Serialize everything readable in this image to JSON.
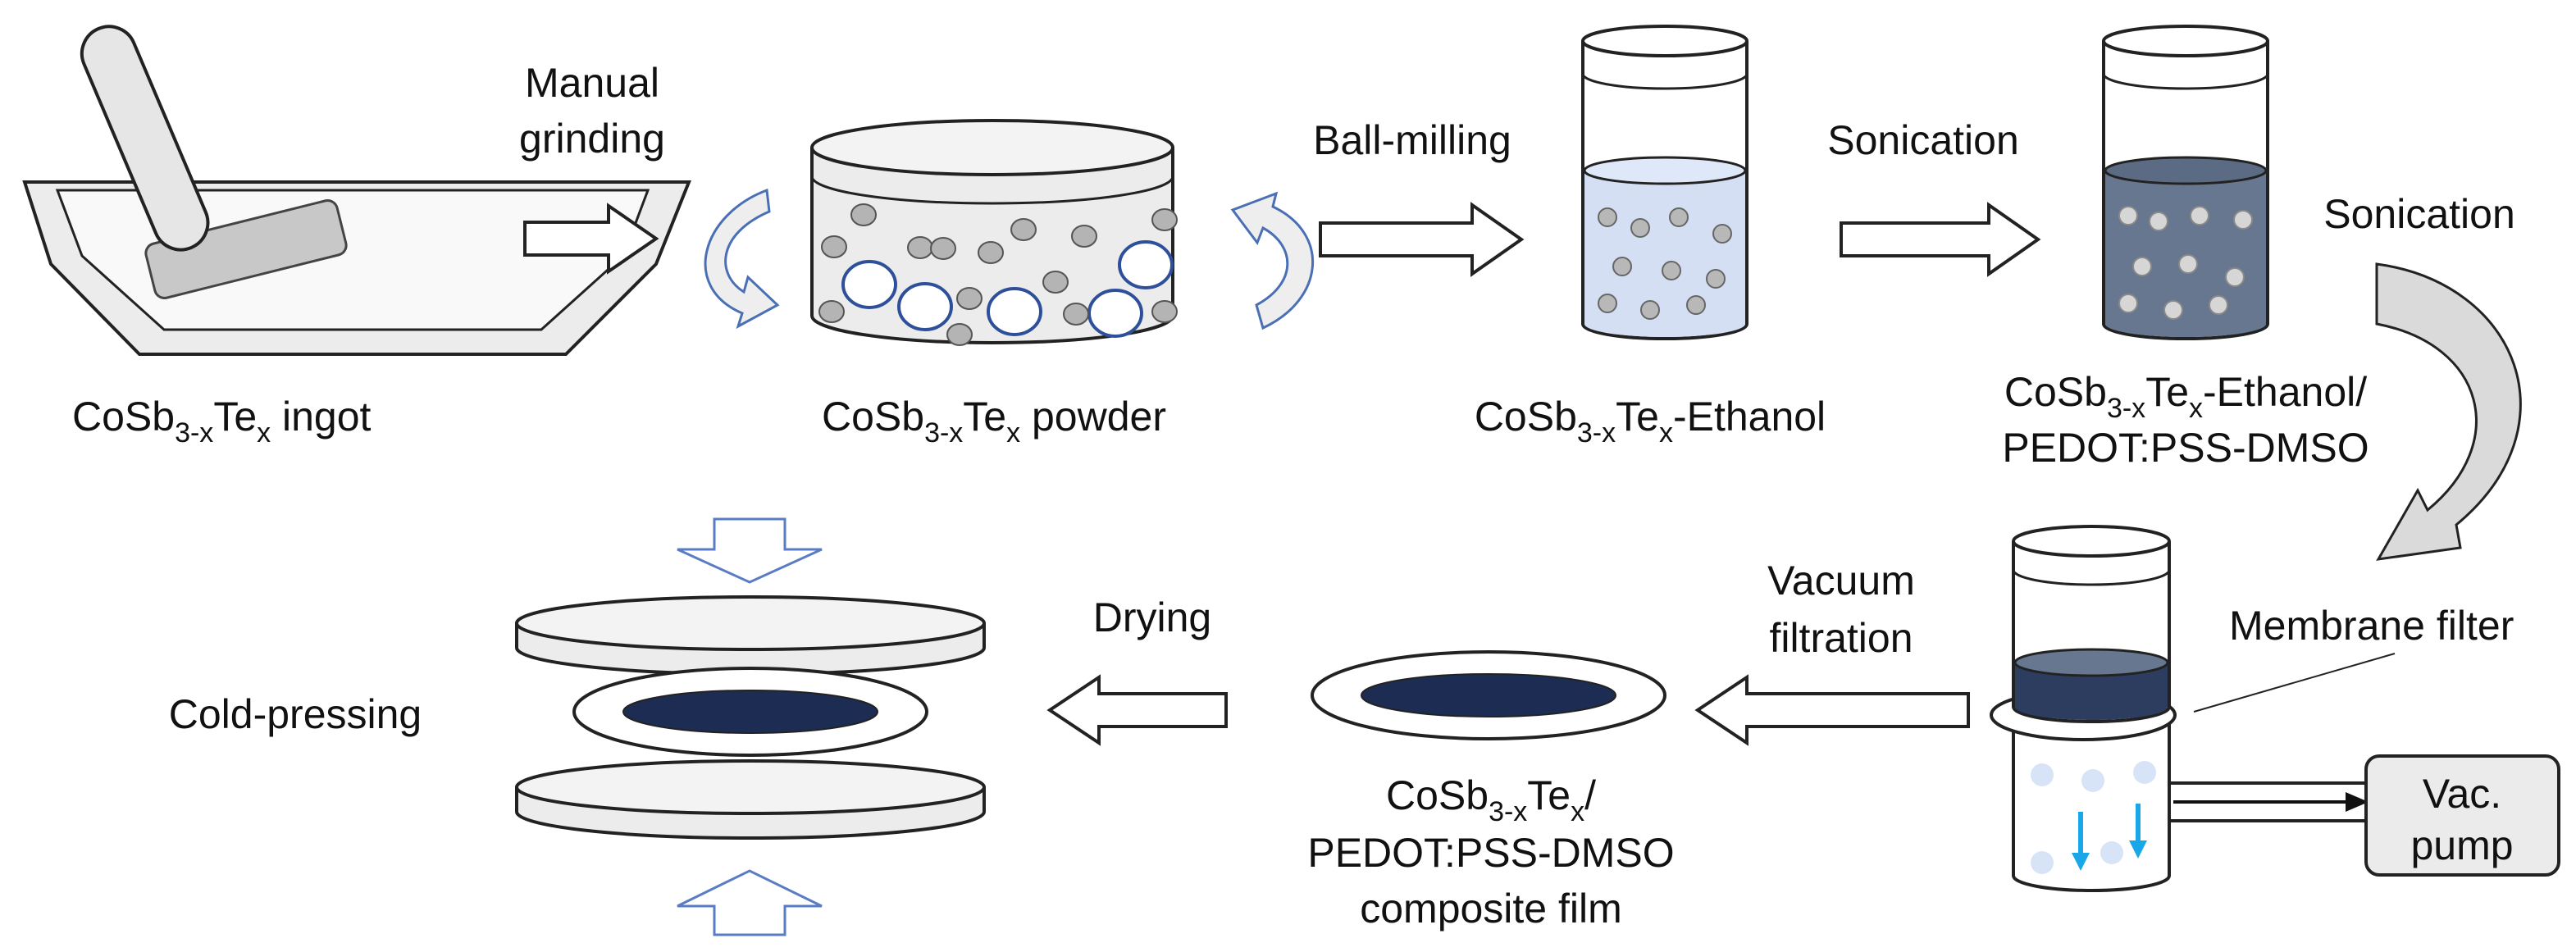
{
  "steps": {
    "ingot": {
      "main": "CoSb",
      "sub": "3-x",
      "mid": "Te",
      "sub2": "x",
      "tail": " ingot"
    },
    "grinding": {
      "line1": "Manual",
      "line2": "grinding"
    },
    "powder": {
      "main": "CoSb",
      "sub": "3-x",
      "mid": "Te",
      "sub2": "x",
      "tail": " powder"
    },
    "ballmilling": {
      "label": "Ball-milling"
    },
    "ethanol": {
      "main": "CoSb",
      "sub": "3-x",
      "mid": "Te",
      "sub2": "x",
      "tail": "-Ethanol"
    },
    "sonication1": {
      "label": "Sonication"
    },
    "mixture": {
      "main": "CoSb",
      "sub": "3-x",
      "mid": "Te",
      "sub2": "x",
      "tail": "-Ethanol/",
      "line2": "PEDOT:PSS-DMSO"
    },
    "sonication2": {
      "label": "Sonication"
    },
    "membrane": {
      "label": "Membrane filter"
    },
    "pump": {
      "line1": "Vac.",
      "line2": "pump"
    },
    "filtration": {
      "line1": "Vacuum",
      "line2": "filtration"
    },
    "film": {
      "main": "CoSb",
      "sub": "3-x",
      "mid": "Te",
      "sub2": "x",
      "tail": "/",
      "line2": "PEDOT:PSS-DMSO",
      "line3": "composite film"
    },
    "drying": {
      "label": "Drying"
    },
    "coldpress": {
      "label": "Cold-pressing"
    }
  },
  "colors": {
    "outline": "#222222",
    "gray_fill": "#c8c8c8",
    "light_blue": "#d4dff3",
    "dark_slate": "#66778f",
    "navy": "#1d2c52",
    "arrow_blue": "#5a7cc4",
    "cyan": "#1aa7e8",
    "pale_dot": "#d7e4f7"
  }
}
